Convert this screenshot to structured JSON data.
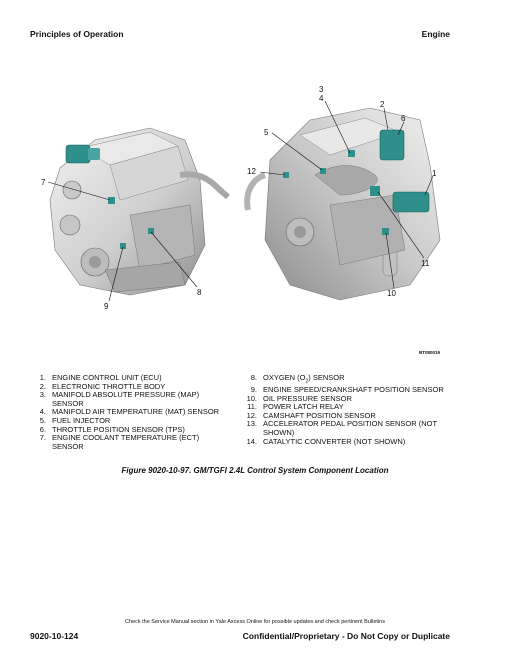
{
  "header": {
    "left": "Principles of Operation",
    "right": "Engine"
  },
  "figure": {
    "code": "BT080019",
    "callouts": [
      "1",
      "2",
      "3",
      "4",
      "5",
      "6",
      "7",
      "8",
      "9",
      "10",
      "11",
      "12"
    ]
  },
  "components_left": [
    {
      "num": "1.",
      "text": "ENGINE CONTROL UNIT (ECU)"
    },
    {
      "num": "2.",
      "text": "ELECTRONIC THROTTLE BODY"
    },
    {
      "num": "3.",
      "text": "MANIFOLD ABSOLUTE PRESSURE (MAP) SENSOR"
    },
    {
      "num": "4.",
      "text": "MANIFOLD AIR TEMPERATURE (MAT) SENSOR"
    },
    {
      "num": "5.",
      "text": "FUEL INJECTOR"
    },
    {
      "num": "6.",
      "text": "THROTTLE POSITION SENSOR (TPS)"
    },
    {
      "num": "7.",
      "text": "ENGINE COOLANT TEMPERATURE (ECT) SENSOR"
    }
  ],
  "components_right": [
    {
      "num": "8.",
      "text_pre": "OXYGEN (O",
      "sub": "2",
      "text_post": ") SENSOR"
    },
    {
      "num": "9.",
      "text": "ENGINE SPEED/CRANKSHAFT POSITION SENSOR"
    },
    {
      "num": "10.",
      "text": "OIL PRESSURE SENSOR"
    },
    {
      "num": "11.",
      "text": "POWER LATCH RELAY"
    },
    {
      "num": "12.",
      "text": "CAMSHAFT POSITION SENSOR"
    },
    {
      "num": "13.",
      "text": "ACCELERATOR PEDAL POSITION SENSOR (NOT SHOWN)"
    },
    {
      "num": "14.",
      "text": "CATALYTIC CONVERTER (NOT SHOWN)"
    }
  ],
  "caption": "Figure 9020-10-97. GM/TGFI 2.4L Control System Component Location",
  "footer": {
    "note": "Check the Service Manual section in Yale Axcess Online for possible updates and check pertinent Bulletins",
    "page": "9020-10-124",
    "notice": "Confidential/Proprietary - Do Not Copy or Duplicate"
  },
  "colors": {
    "part_highlight": "#2f8f8a",
    "engine_light": "#e6e6e6",
    "engine_mid": "#bdbdbd",
    "engine_dark": "#8a8a8a"
  }
}
